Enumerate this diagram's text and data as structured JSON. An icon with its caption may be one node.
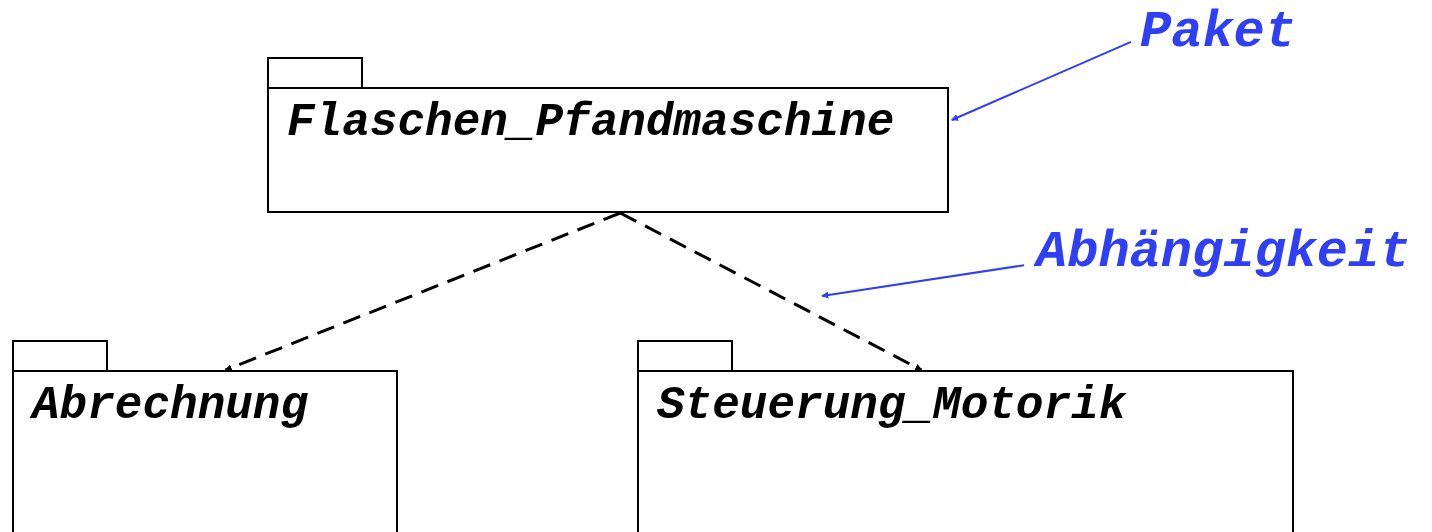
{
  "diagram": {
    "nodes": [
      {
        "text": [
          "Flaschen_Pfandmaschine"
        ]
      },
      {
        "text": [
          "Abrechnung"
        ]
      },
      {
        "text": [
          "Steuerung_Motorik"
        ]
      },
      {
        "text": [
          "Paket"
        ]
      },
      {
        "text": [
          "Abhängigkeit"
        ]
      }
    ],
    "edges": [
      {
        "from": 0,
        "to": 1,
        "arrow": "to",
        "style": "dashed"
      },
      {
        "from": 0,
        "to": 2,
        "arrow": "to",
        "style": "dashed"
      },
      {
        "from": 3,
        "to": 0,
        "arrow": "to",
        "color": "#2f3ff5"
      },
      {
        "from": 4,
        "to": null,
        "arrow": "to",
        "color": "#2f3ff5"
      }
    ]
  }
}
